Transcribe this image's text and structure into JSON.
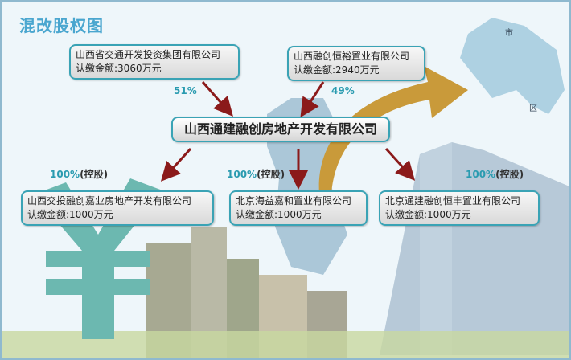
{
  "title": "混改股权图",
  "center": {
    "name": "山西通建融创房地产开发有限公司"
  },
  "shareholders": [
    {
      "name": "山西省交通开发投资集团有限公司",
      "amount": "认缴金额:3060万元",
      "pct": "51%"
    },
    {
      "name": "山西融创恒裕置业有限公司",
      "amount": "认缴金额:2940万元",
      "pct": "49%"
    }
  ],
  "subsidiaries": [
    {
      "name": "山西交投融创嘉业房地产开发有限公司",
      "amount": "认缴金额:1000万元",
      "pct": "100%",
      "control": "(控股)"
    },
    {
      "name": "北京海益嘉和置业有限公司",
      "amount": "认缴金额:1000万元",
      "pct": "100%",
      "control": "(控股)"
    },
    {
      "name": "北京通建融创恒丰置业有限公司",
      "amount": "认缴金额:1000万元",
      "pct": "100%",
      "control": "(控股)"
    }
  ],
  "map_labels": [
    "市",
    "区"
  ],
  "colors": {
    "frame": "#8fb9cf",
    "accent": "#3aa3b5",
    "arrow": "#8b1a1a",
    "title": "#4aa6cf"
  }
}
